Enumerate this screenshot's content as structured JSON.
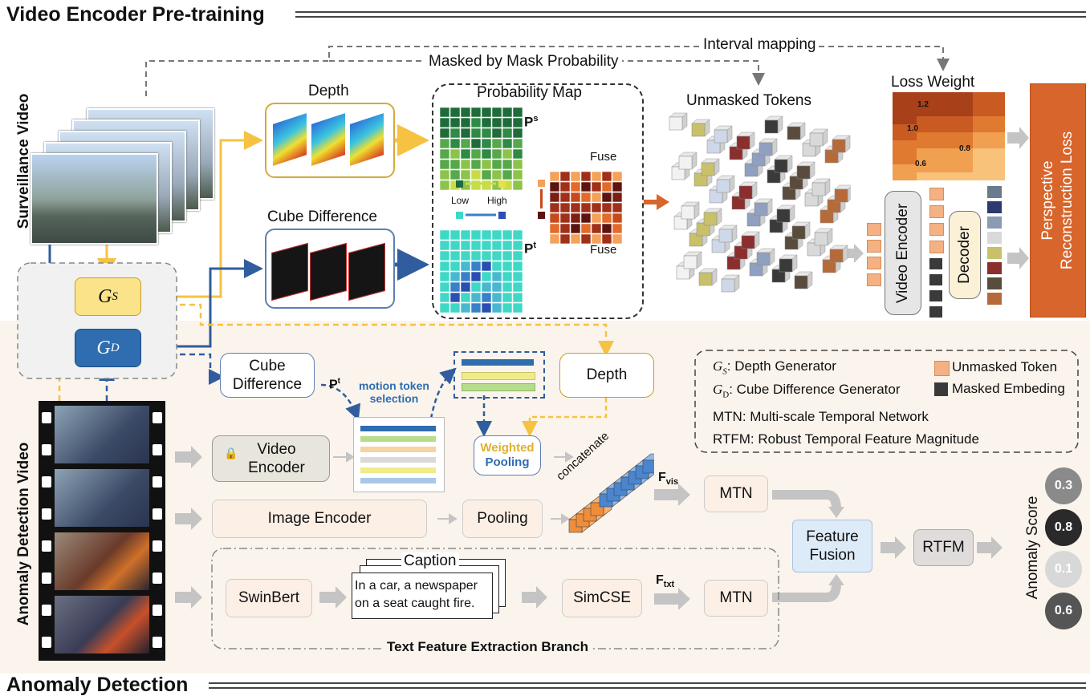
{
  "sections": {
    "pretraining_title": "Video Encoder Pre-training",
    "anomaly_title": "Anomaly Detection"
  },
  "side_labels": {
    "surveillance": "Surveillance Video",
    "anomaly_video": "Anomaly Detection Video"
  },
  "top": {
    "interval_mapping": "Interval mapping",
    "masked_by": "Masked by Mask Probability",
    "depth": "Depth",
    "cube_difference": "Cube Difference",
    "probability_map": "Probability Map",
    "ps": "P",
    "ps_sup": "s",
    "pt": "P",
    "pt_sup": "t",
    "fuse1": "Fuse",
    "fuse2": "Fuse",
    "low": "Low",
    "high": "High",
    "unmasked_tokens": "Unmasked Tokens",
    "loss_weight": "Loss Weight",
    "lw_values": [
      "1.2",
      "1.0",
      "0.8",
      "0.6"
    ],
    "video_encoder": "Video Encoder",
    "decoder": "Decoder",
    "loss_line1": "Perspective",
    "loss_line2": "Reconstruction Loss"
  },
  "generators": {
    "gs": "G",
    "gs_sub": "S",
    "gd": "G",
    "gd_sub": "D"
  },
  "bottom": {
    "cube_diff_line1": "Cube",
    "cube_diff_line2": "Difference",
    "pt": "P",
    "pt_sup": "t",
    "motion_line1": "motion token",
    "motion_line2": "selection",
    "depth": "Depth",
    "weighted_line1": "Weighted",
    "weighted_line2": "Pooling",
    "video_encoder_line1": "Video",
    "video_encoder_line2": "Encoder",
    "image_encoder": "Image Encoder",
    "pooling": "Pooling",
    "concatenate": "concatenate",
    "fvis": "F",
    "fvis_sub": "vis",
    "ftxt": "F",
    "ftxt_sub": "txt",
    "mtn1": "MTN",
    "mtn2": "MTN",
    "feature_fusion_line1": "Feature",
    "feature_fusion_line2": "Fusion",
    "rtfm": "RTFM",
    "anomaly_score": "Anomaly Score",
    "scores": [
      "0.3",
      "0.8",
      "0.1",
      "0.6"
    ],
    "swinbert": "SwinBert",
    "caption": "Caption",
    "caption_line1": "In a car, a newspaper",
    "caption_line2": "on a seat caught fire.",
    "simcse": "SimCSE",
    "text_branch": "Text Feature Extraction Branch"
  },
  "legend": {
    "gs_sym": "G",
    "gs_sub": "S",
    "gs_desc": ": Depth Generator",
    "gd_sym": "G",
    "gd_sub": "D",
    "gd_desc": ": Cube Difference Generator",
    "mtn": "MTN: Multi-scale Temporal Network",
    "rtfm": "RTFM: Robust Temporal Feature Magnitude",
    "unmasked": "Unmasked Token",
    "masked": "Masked Embeding"
  },
  "colors": {
    "yellow": "#f5c242",
    "blue": "#2f5d9e",
    "orange": "#d8652b",
    "peach": "#f4b183",
    "dark": "#3a3a3a",
    "gray_arrow": "#b8b8b8"
  }
}
